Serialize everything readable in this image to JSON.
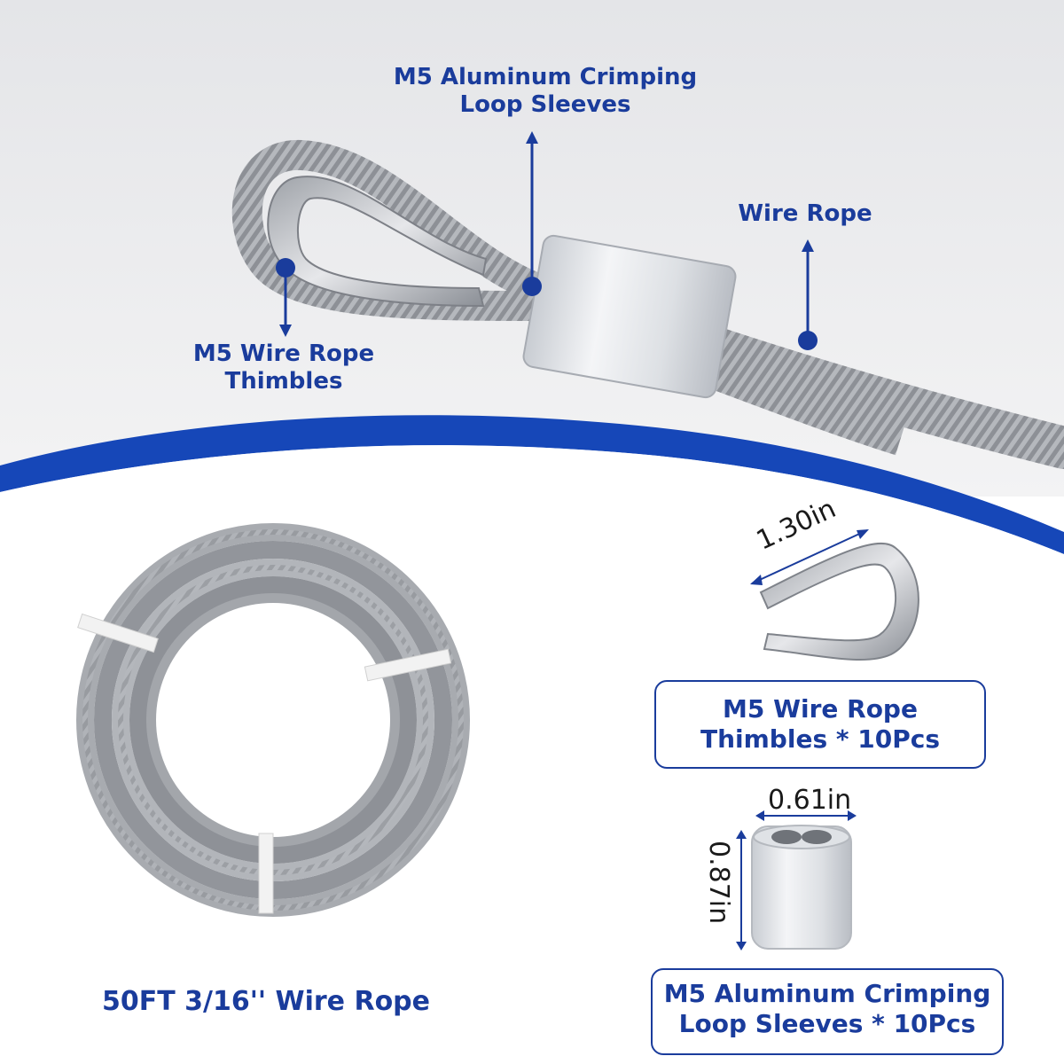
{
  "top_panel": {
    "label_sleeves_line1": "M5 Aluminum Crimping",
    "label_sleeves_line2": "Loop Sleeves",
    "label_rope": "Wire Rope",
    "label_thimbles_line1": "M5 Wire Rope",
    "label_thimbles_line2": "Thimbles"
  },
  "bottom_panel": {
    "coil_caption": "50FT 3/16'' Wire Rope",
    "thimble_dimension": "1.30in",
    "thimble_box_line1": "M5 Wire Rope",
    "thimble_box_line2": "Thimbles * 10Pcs",
    "sleeve_width": "0.61in",
    "sleeve_height": "0.87in",
    "sleeve_box_line1": "M5 Aluminum Crimping",
    "sleeve_box_line2": "Loop Sleeves * 10Pcs"
  },
  "colors": {
    "accent_blue": "#1a3c9c",
    "top_background": "#e9eaec",
    "wave_blue": "#1647b8"
  }
}
